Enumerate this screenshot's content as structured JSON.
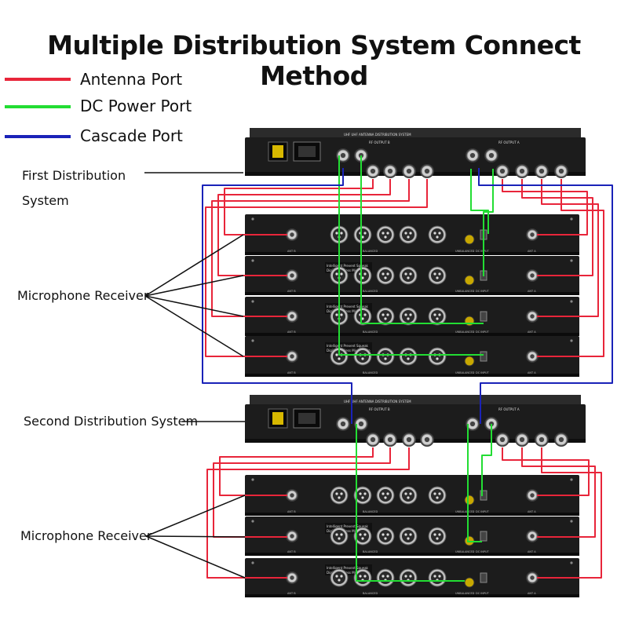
{
  "title": "Multiple Distribution System Connect Method",
  "legend": [
    {
      "label": "Antenna Port",
      "color": "#e8253a"
    },
    {
      "label": "DC Power Port",
      "color": "#22dd33"
    },
    {
      "label": "Cascade Port",
      "color": "#1a22b8"
    }
  ],
  "labels": {
    "first_distribution_line1": "First Distribution",
    "first_distribution_line2": "System",
    "second_distribution": "Second Distribution System",
    "receiver_group_1": "Microphone Receiver",
    "receiver_group_2": "Microphone Receiver"
  },
  "device_text": {
    "distribution_header": "UHF UHF ANTENNA DISTRIBUTION SYSTEM",
    "rf_output_b": "RF OUTPUT B",
    "rf_output_a": "RF OUTPUT A",
    "receiver_badge_line1": "Intelligent Prevent Squeak",
    "receiver_badge_line2": "Digital Wireless Microphone",
    "balanced": "BALANCED",
    "unbalanced": "UNBALANCED",
    "dc_input": "DC INPUT",
    "ant_b": "ANT B",
    "ant_a": "ANT A"
  },
  "colors": {
    "antenna": "#e8253a",
    "dc_power": "#22dd33",
    "cascade": "#1a22b8",
    "chassis": "#1c1c1c"
  }
}
